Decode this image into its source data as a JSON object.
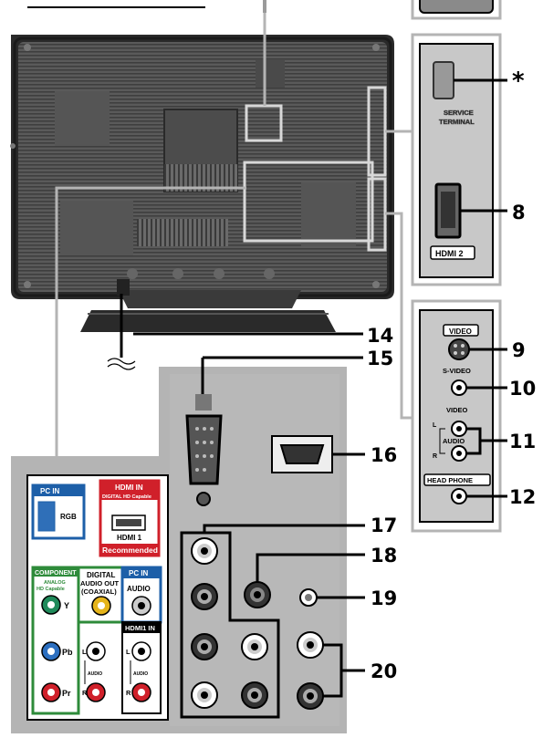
{
  "callouts": {
    "asterisk": "*",
    "n8": "8",
    "n9": "9",
    "n10": "10",
    "n11": "11",
    "n12": "12",
    "n14": "14",
    "n15": "15",
    "n16": "16",
    "n17": "17",
    "n18": "18",
    "n19": "19",
    "n20": "20"
  },
  "side_panel_top": {
    "service_line1": "SERVICE",
    "service_line2": "TERMINAL",
    "hdmi2": "HDMI 2"
  },
  "side_panel_av": {
    "video_header": "VIDEO",
    "s_video": "S-VIDEO",
    "video": "VIDEO",
    "l": "L",
    "audio": "AUDIO",
    "r": "R",
    "headphone": "HEAD PHONE"
  },
  "legend": {
    "pc_in_rgb_header": "PC IN",
    "rgb": "RGB",
    "hdmi_in_header": "HDMI IN",
    "hdmi_capable": "DIGITAL HD Capable",
    "hdmi1": "HDMI 1",
    "recommended": "Recommended",
    "component": "COMPONENT",
    "analog_hd_1": "ANALOG",
    "analog_hd_2": "HD Capable",
    "y": "Y",
    "pb": "Pb",
    "pr": "Pr",
    "digital_out_1": "DIGITAL",
    "digital_out_2": "AUDIO OUT",
    "digital_out_3": "(COAXIAL)",
    "pc_in_audio_header": "PC IN",
    "audio": "AUDIO",
    "hdmi1_in": "HDMI1  IN",
    "l1": "L",
    "r1": "R",
    "audio_small1": "AUDIO",
    "l2": "L",
    "r2": "R",
    "audio_small2": "AUDIO"
  },
  "colors": {
    "panel_gray": "#b4b4b4",
    "legend_blue": "#1d5fa8",
    "legend_red": "#d0202a",
    "legend_green": "#2e8b3a",
    "legend_yellow": "#e5b41b"
  }
}
